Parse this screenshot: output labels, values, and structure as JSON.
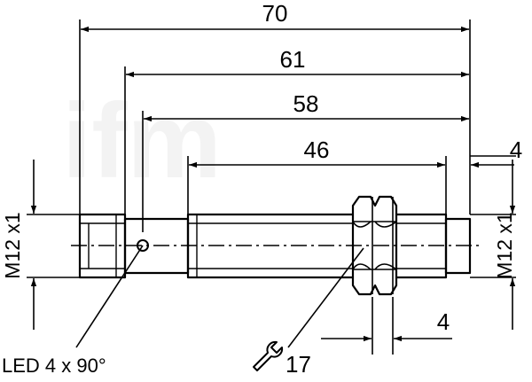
{
  "dimensions": {
    "d70": "70",
    "d61": "61",
    "d58": "58",
    "d46": "46",
    "d4_top": "4",
    "d4_bottom": "4",
    "thread_left": "M12 x1",
    "thread_right": "M12 x1",
    "wrench_size": "17"
  },
  "labels": {
    "led": "LED 4 x 90°"
  },
  "icons": {
    "wrench": "wrench-icon"
  },
  "colors": {
    "line": "#000000",
    "background": "#ffffff",
    "watermark": "#f2f2f2"
  }
}
